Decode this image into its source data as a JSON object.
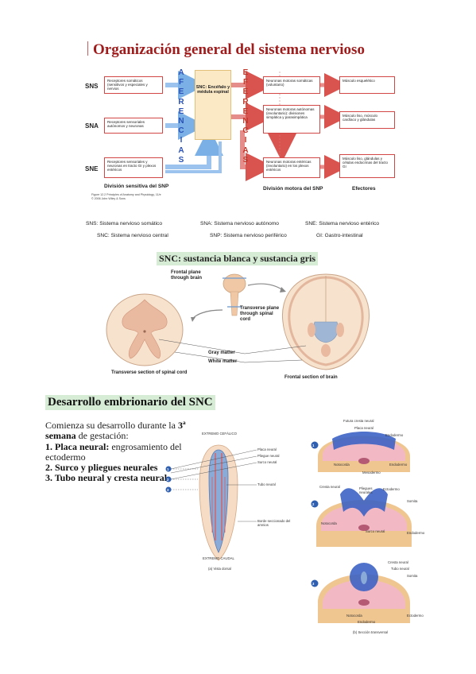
{
  "title": "Organización general del sistema nervioso",
  "diagram": {
    "row_labels": [
      "SNS",
      "SNA",
      "SNE"
    ],
    "left_boxes": [
      "Receptores somáticos (sensitivos y especiales y nervios",
      "Receptores sensoriales autónomos y neuronas",
      "Receptores sensoriales y neuronas en tracto GI y plexos entéricos"
    ],
    "snc_box": "SNC: Encéfalo y médula espinal",
    "aferencias": [
      "A",
      "F",
      "E",
      "R",
      "E",
      "N",
      "C",
      "I",
      "A",
      "S"
    ],
    "eferencias": [
      "E",
      "F",
      "E",
      "R",
      "E",
      "N",
      "C",
      "I",
      "A",
      "S"
    ],
    "motor_boxes": [
      "Neuronas motoras somáticas (voluntario)",
      "Neuronas motoras autónomas (involuntario): divisiones simpática y parasimpática",
      "Neuronas motoras entéricas (involuntario) en los plexos entéricos"
    ],
    "effector_boxes": [
      "Músculo esquelético",
      "Músculo liso, músculo cardíaco y glándulas",
      "Músculo liso, glándulas y células endocrinas del tracto GI"
    ],
    "caption_sensory": "División sensitiva del SNP",
    "caption_motor": "División motora del SNP",
    "caption_effectors": "Efectores",
    "credit_line1": "Figure 12.2  Principles of Anatomy and Physiology, 11/e",
    "credit_line2": "© 2006 John Wiley & Sons"
  },
  "legend": [
    "SNS: Sistema nervioso somático",
    "SNA: Sistema nervioso autónomo",
    "SNE: Sistema nervioso entérico",
    "SNC: Sistema nervioso central",
    "SNP: Sistema nervioso periférico",
    "GI: Gastro-intestinal"
  ],
  "section1": {
    "heading": "SNC: sustancia blanca y sustancia gris",
    "labels": {
      "frontal_plane": "Frontal plane through brain",
      "transverse_plane": "Transverse plane through spinal cord",
      "gray_matter": "Gray matter",
      "white_matter": "White matter",
      "transverse_section": "Transverse section of spinal cord",
      "frontal_section": "Frontal section of brain"
    }
  },
  "section2": {
    "heading": "Desarrollo embrionario del SNC",
    "intro_pre": "Comienza su desarrollo durante la ",
    "intro_bold": "3ª semana",
    "intro_post": " de gestación:",
    "item1_bold": "1. Placa neural:",
    "item1_text": " engrosamiento del ectodermo",
    "item2": "2. Surco y pliegues neurales",
    "item3": "3. Tubo neural y cresta neural",
    "dorsal": {
      "top": "EXTREMO CEFÁLICO",
      "bottom": "EXTREMO CAUDAL",
      "caption": "(a) Vista dorsal",
      "labels": [
        "Placa neural",
        "Pliegue neural",
        "Surco neural",
        "Tubo neural",
        "Borde seccionado del amnios"
      ]
    },
    "stages": {
      "s1": [
        "Futura cresta neural",
        "Placa neural",
        "Endodermo",
        "Notocorda",
        "Endodermo",
        "Mesodermo"
      ],
      "s2": [
        "Cresta neural",
        "Pliegues neurales",
        "Ectodermo",
        "Somita",
        "Notocorda",
        "Surco neural",
        "Endodermo"
      ],
      "s3": [
        "Cresta neural",
        "Tubo neural",
        "Somita",
        "Notocorda",
        "Endodermo",
        "Ectodermo"
      ],
      "caption": "(b) Sección transversal",
      "numbers": [
        "1",
        "2",
        "3"
      ]
    }
  }
}
